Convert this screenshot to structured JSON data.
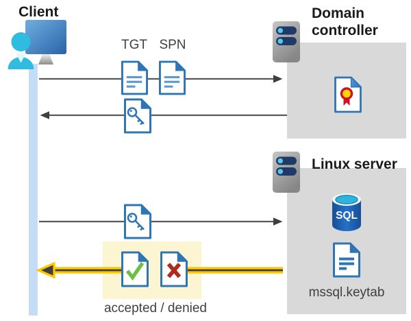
{
  "client": {
    "label": "Client"
  },
  "domain_controller": {
    "label": "Domain controller"
  },
  "linux_server": {
    "label": "Linux server"
  },
  "tickets": {
    "tgt_label": "TGT",
    "spn_label": "SPN"
  },
  "sql_database": {
    "label": "SQL"
  },
  "keytab": {
    "label": "mssql.keytab"
  },
  "response": {
    "label": "accepted / denied"
  },
  "colors": {
    "accent_blue": "#2E75B6",
    "doc_line_blue": "#5B9BD5",
    "bar_blue": "#C5DCF6",
    "box_gray": "#D9D9D9",
    "highlight_yellow": "#FBF5D1",
    "arrow_gray": "#595959",
    "arrowhead_dark": "#3F3F3F",
    "yellow": "#FFC800",
    "green": "#6CBE45",
    "red": "#B02A1E",
    "navy_pill": "#1F3A66",
    "cyan": "#30BCE1",
    "seal_yellow": "#FFD400",
    "seal_red": "#CE1126",
    "text_dark": "#1A1A1A",
    "label_gray": "#404040"
  }
}
